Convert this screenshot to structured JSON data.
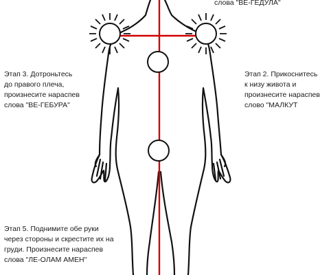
{
  "colors": {
    "outline": "#111111",
    "axis": "#d40000",
    "background": "#ffffff"
  },
  "captions": {
    "top_right": {
      "lines": [
        "слова \"ВЕ-ГЕДУЛА\""
      ]
    },
    "step3": {
      "lines": [
        "Этап 3. Дотроньтесь",
        "до правого плеча,",
        "произнесите нараспев",
        "слова \"ВЕ-ГЕБУРА\""
      ]
    },
    "step2": {
      "lines": [
        "Этап 2. Прикоснитесь",
        "к низу живота и",
        "произнесите нараспев",
        "слово \"МАЛКУТ"
      ]
    },
    "step5": {
      "lines": [
        "Этап 5. Поднимите обе руки",
        "через стороны и скрестите их на",
        "груди. Произнесите нараспев",
        "слова \"ЛЕ-ОЛАМ АМЕН\""
      ]
    }
  },
  "figure": {
    "icons": [
      "sun-left-shoulder-icon",
      "sun-right-shoulder-icon"
    ],
    "energy_points": [
      "chest-point",
      "pelvis-point"
    ]
  }
}
